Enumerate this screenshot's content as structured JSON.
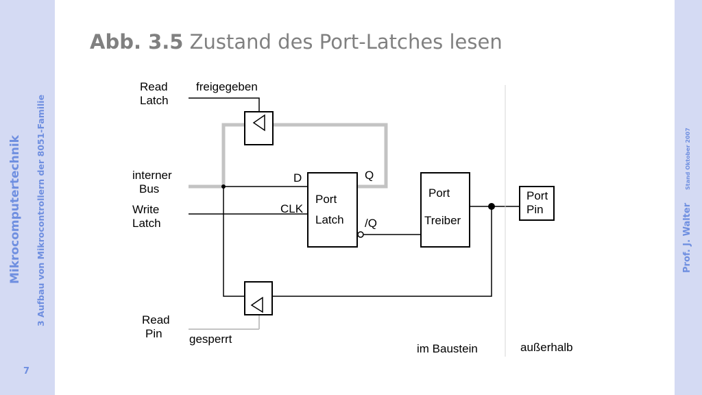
{
  "sidebar": {
    "course": "Mikrocomputertechnik",
    "chapter": "3 Aufbau von Mikrocontrollern der 8051-Familie",
    "page": "7"
  },
  "right_sidebar": {
    "author": "Prof. J. Walter",
    "stand": "Stand Oktober 2007"
  },
  "header": {
    "fig_number": "Abb. 3.5",
    "title": "Zustand des Port-Latches lesen"
  },
  "diagram": {
    "read_latch": [
      "Read",
      "Latch"
    ],
    "freigegeben": "freigegeben",
    "interner_bus": [
      "interner",
      "Bus"
    ],
    "write_latch": [
      "Write",
      "Latch"
    ],
    "read_pin": [
      "Read",
      "Pin"
    ],
    "gesperrt": "gesperrt",
    "pin_d": "D",
    "pin_q": "Q",
    "pin_clk": "CLK",
    "pin_nq": "/Q",
    "port_latch": [
      "Port",
      "Latch"
    ],
    "port_treiber": [
      "Port",
      "Treiber"
    ],
    "port_pin": [
      "Port",
      "Pin"
    ],
    "im_baustein": "im Baustein",
    "ausserhalb": "außerhalb"
  }
}
